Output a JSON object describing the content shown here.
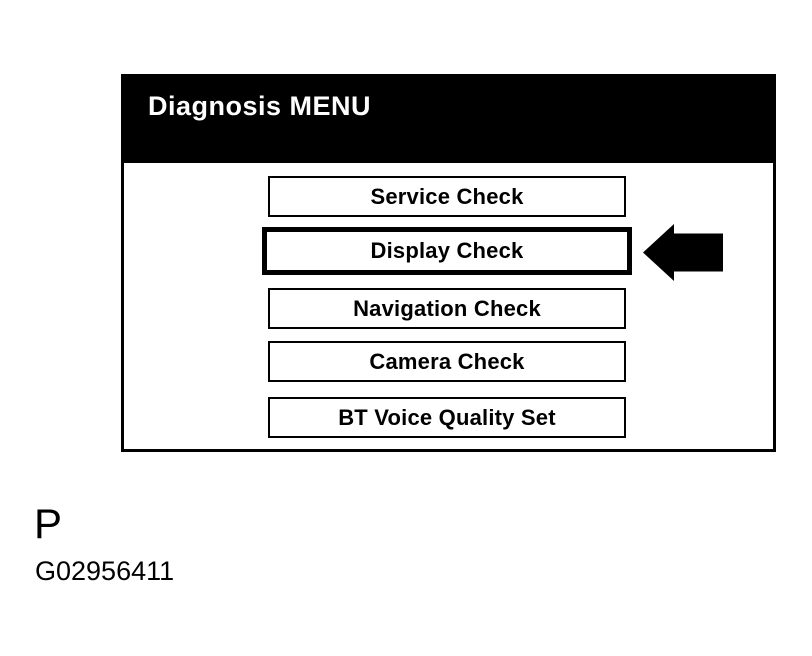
{
  "screen": {
    "header": {
      "title": "Diagnosis MENU"
    },
    "menu": {
      "buttons": [
        {
          "label": "Service Check",
          "selected": false
        },
        {
          "label": "Display Check",
          "selected": true
        },
        {
          "label": "Navigation Check",
          "selected": false
        },
        {
          "label": "Camera Check",
          "selected": false
        },
        {
          "label": "BT Voice Quality Set",
          "selected": false
        }
      ]
    },
    "pointer": {
      "icon": "left-arrow-icon"
    }
  },
  "footer": {
    "page_marker": "P",
    "figure_id": "G02956411"
  },
  "colors": {
    "foreground": "#000000",
    "background": "#ffffff",
    "header_bg": "#000000",
    "header_text": "#ffffff"
  }
}
